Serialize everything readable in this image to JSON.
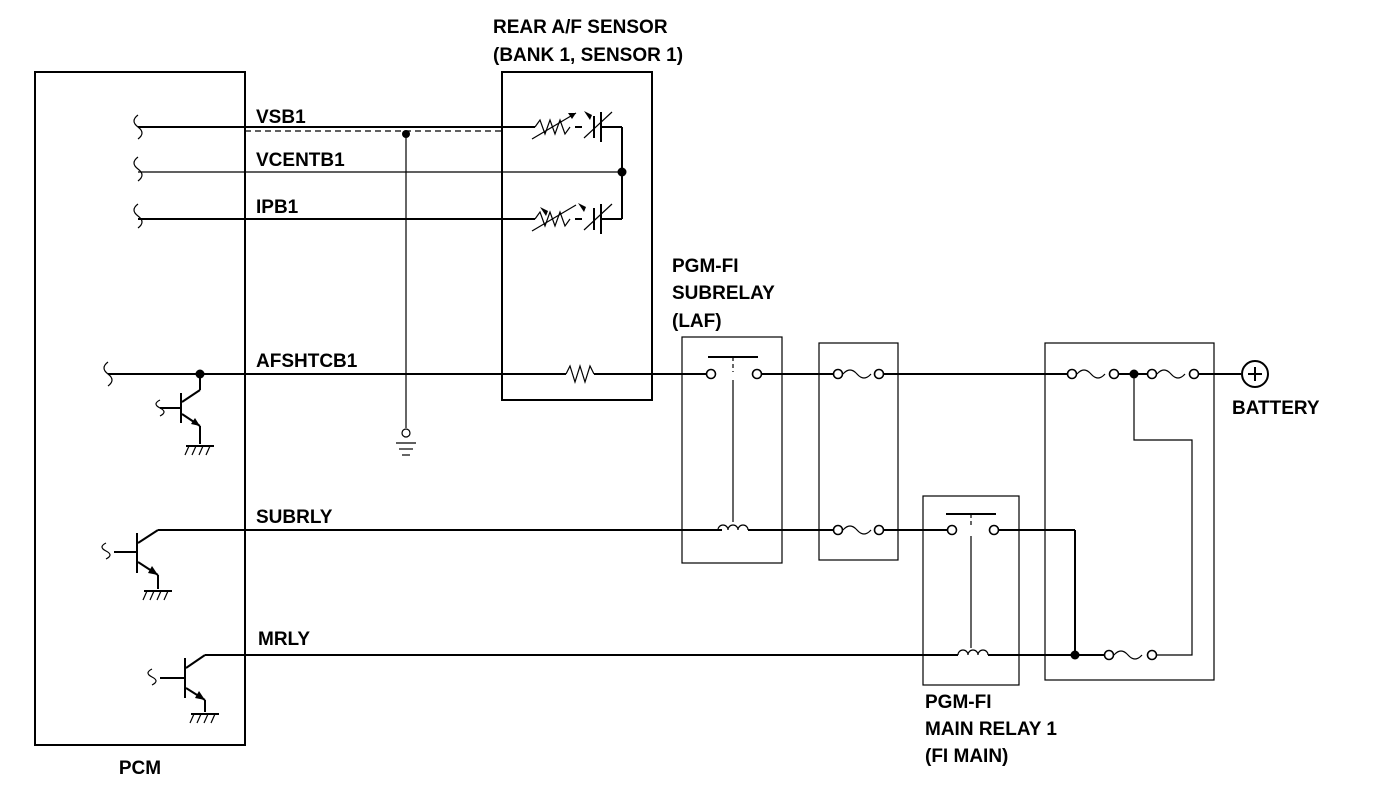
{
  "components": {
    "pcm_label": "PCM",
    "sensor_label_line1": "REAR A/F SENSOR",
    "sensor_label_line2": "(BANK 1, SENSOR 1)",
    "subrelay_label_line1": "PGM-FI",
    "subrelay_label_line2": "SUBRELAY",
    "subrelay_label_line3": "(LAF)",
    "mainrelay_label_line1": "PGM-FI",
    "mainrelay_label_line2": "MAIN RELAY 1",
    "mainrelay_label_line3": "(FI MAIN)",
    "battery_label": "BATTERY"
  },
  "wires": {
    "vsb1": "VSB1",
    "vcentb1": "VCENTB1",
    "ipb1": "IPB1",
    "afshtcb1": "AFSHTCB1",
    "subrly": "SUBRLY",
    "mrly": "MRLY"
  },
  "icons": [
    "ground-icon",
    "transistor-icon",
    "resistor-icon",
    "fuse-icon",
    "relay-coil-icon",
    "relay-switch-icon",
    "battery-icon",
    "variable-resistor-icon"
  ]
}
